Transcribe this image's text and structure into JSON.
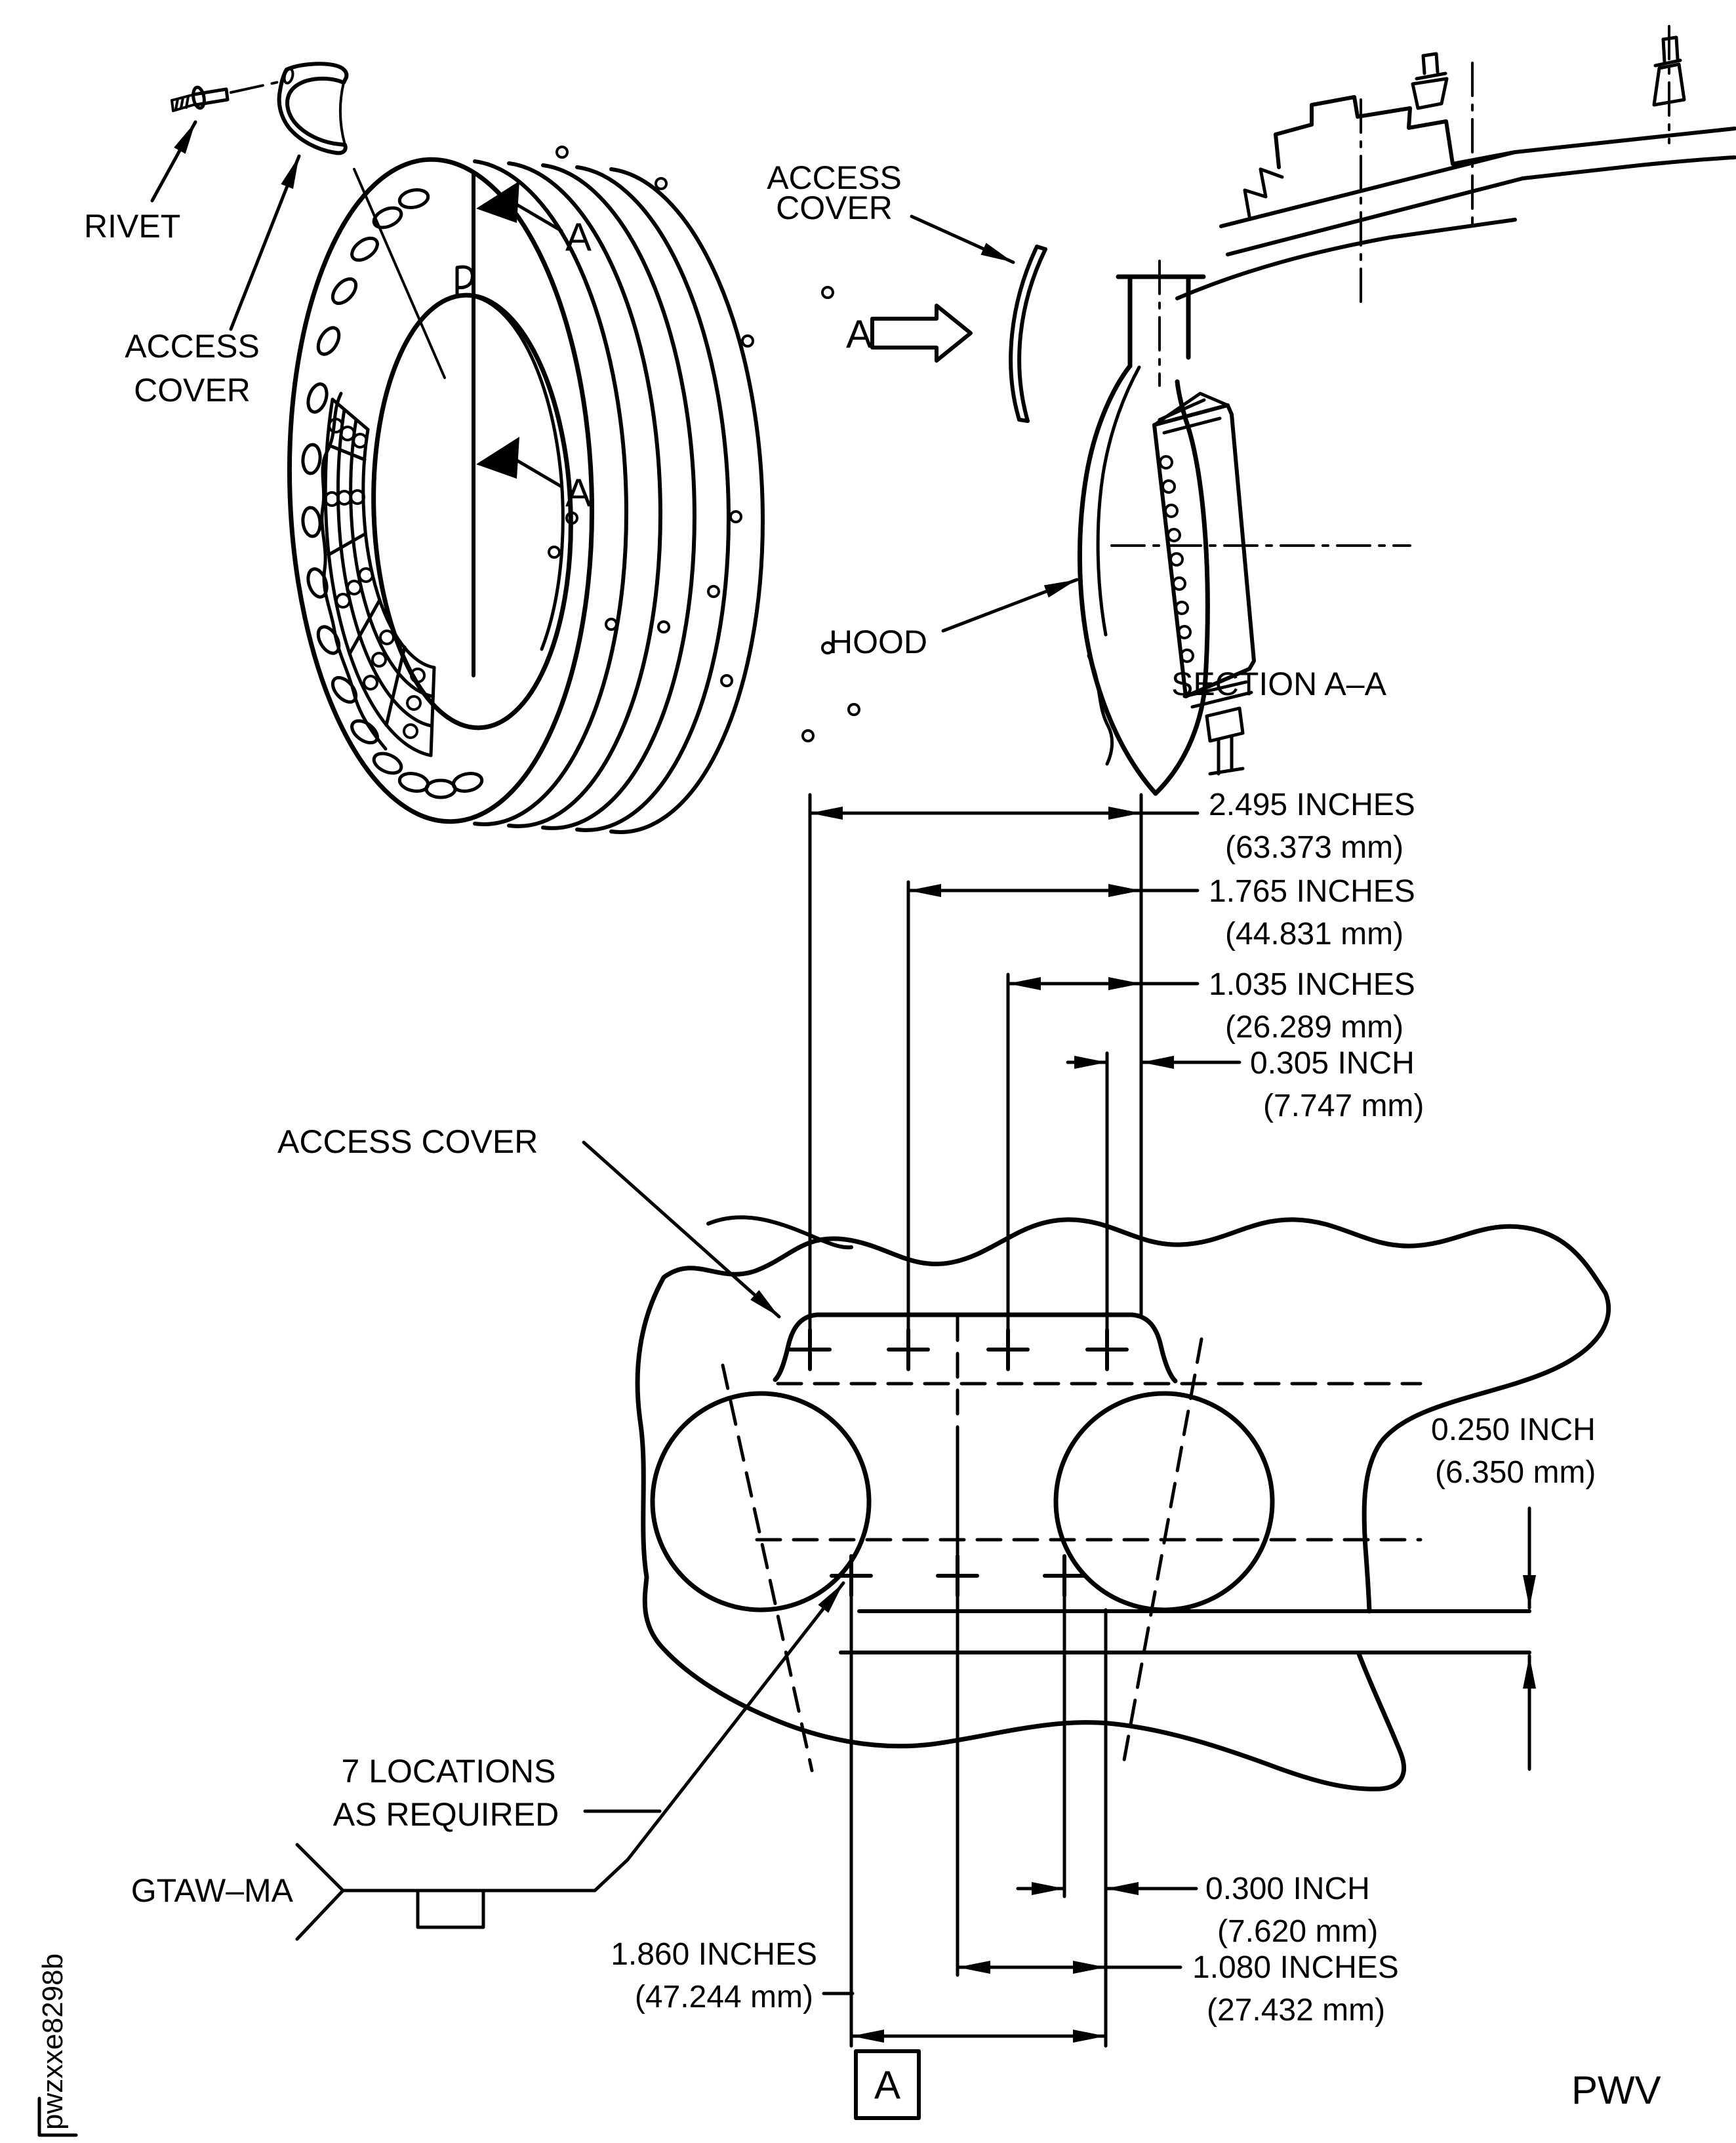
{
  "style": {
    "line_color": "#000000",
    "background": "#ffffff"
  },
  "labels": {
    "rivet": "RIVET",
    "tl_access1": "ACCESS",
    "tl_access2": "COVER",
    "a1": "A",
    "a2": "A",
    "tr_access1": "ACCESS",
    "tr_access2": "COVER",
    "view_a": "A",
    "hood": "HOOD",
    "section_caption": "SECTION A–A",
    "det_access_cover": "ACCESS COVER",
    "loc1": "7 LOCATIONS",
    "loc2": "AS REQUIRED",
    "weld": "GTAW–MA",
    "detail_box": "A",
    "page_code": "PWV",
    "figure_code": "pwzxxe8298b"
  },
  "dims": {
    "d2495": {
      "inches": "2.495 INCHES",
      "mm": "(63.373 mm)"
    },
    "d1765": {
      "inches": "1.765 INCHES",
      "mm": "(44.831 mm)"
    },
    "d1035": {
      "inches": "1.035 INCHES",
      "mm": "(26.289 mm)"
    },
    "d0305": {
      "inches": "0.305 INCH",
      "mm": "(7.747 mm)"
    },
    "d0250": {
      "inches": "0.250 INCH",
      "mm": "(6.350 mm)"
    },
    "d0300": {
      "inches": "0.300 INCH",
      "mm": "(7.620 mm)"
    },
    "d1080": {
      "inches": "1.080 INCHES",
      "mm": "(27.432 mm)"
    },
    "d1860": {
      "inches": "1.860 INCHES",
      "mm": "(47.244 mm)"
    }
  }
}
